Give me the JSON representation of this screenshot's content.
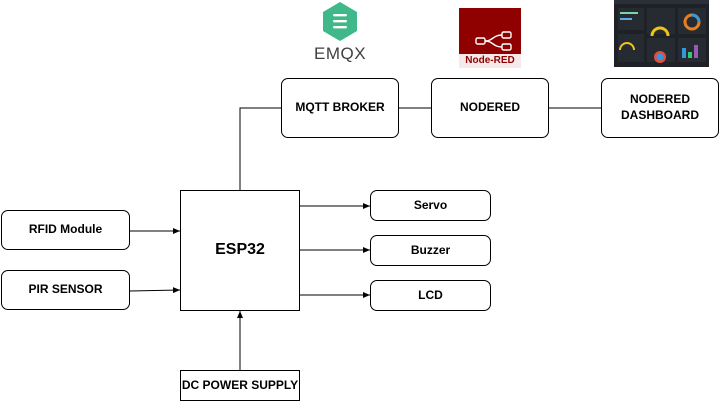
{
  "blocks": {
    "mqtt_broker": "MQTT BROKER",
    "nodered": "NODERED",
    "nodered_dashboard_line1": "NODERED",
    "nodered_dashboard_line2": "DASHBOARD",
    "esp32": "ESP32",
    "rfid": "RFID Module",
    "pir": "PIR SENSOR",
    "servo": "Servo",
    "buzzer": "Buzzer",
    "lcd": "LCD",
    "power": "DC POWER SUPPLY"
  },
  "logos": {
    "emqx": "EMQX",
    "nodered": "Node-RED"
  },
  "colors": {
    "emqx_green": "#3fb88a",
    "nodered_red": "#8f0000",
    "dashboard_dark": "#1e2227"
  }
}
